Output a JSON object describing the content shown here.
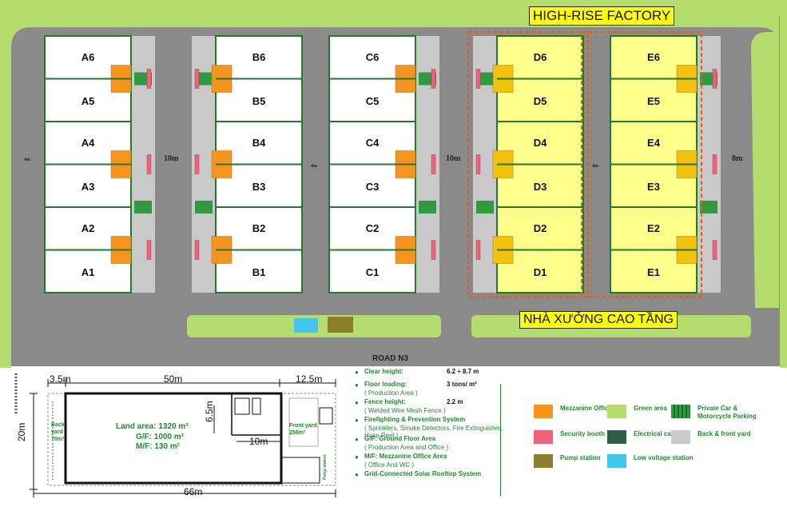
{
  "titles": {
    "top": "HIGH-RISE FACTORY",
    "bottom": "NHÀ XƯỞNG CAO TẦNG",
    "road": "ROAD N3"
  },
  "dimensions": {
    "road_10m_left": "10m",
    "road_10m_mid": "10m",
    "road_8m": "8m",
    "gap_4m_left": "4m",
    "gap_4m_mid": "4m",
    "gap_4m_right": "4m"
  },
  "blocks": [
    {
      "name": "A",
      "units": [
        "A6",
        "A5",
        "A4",
        "A3",
        "A2",
        "A1"
      ]
    },
    {
      "name": "B",
      "units": [
        "B6",
        "B5",
        "B4",
        "B3",
        "B2",
        "B1"
      ]
    },
    {
      "name": "C",
      "units": [
        "C6",
        "C5",
        "C4",
        "C3",
        "C2",
        "C1"
      ]
    },
    {
      "name": "D",
      "units": [
        "D6",
        "D5",
        "D4",
        "D3",
        "D2",
        "D1"
      ]
    },
    {
      "name": "E",
      "units": [
        "E6",
        "E5",
        "E4",
        "E3",
        "E2",
        "E1"
      ]
    }
  ],
  "plan": {
    "dim_top_left": "3.5m",
    "dim_top_mid": "50m",
    "dim_top_right": "12.5m",
    "dim_left": "20m",
    "dim_bottom": "66m",
    "dim_mezz_h": "6.5m",
    "dim_mezz_w": "10m",
    "back_yard": "Back yard 70m²",
    "land_area": "Land area: 1320 m²",
    "gf_area": "G/F: 1000  m²",
    "mf_area": "M/F: 130 m²",
    "front_yard": "Front yard 250m²",
    "side_label": "Pump station"
  },
  "specs": [
    {
      "title": "Clear height:",
      "value": "6.2  ÷  8.7 m",
      "sub": ""
    },
    {
      "title": "Floor loading:",
      "value": "3 tons/ m²",
      "sub": "( Production Area )"
    },
    {
      "title": "Fence height:",
      "value": "2.2 m",
      "sub": "( Welded Wire Mesh Fence )"
    },
    {
      "title": "Firefighting & Prevention System",
      "value": "",
      "sub": "( Sprinklers, Smoke Detectors, Fire Extinguisher, Hose Reel )"
    },
    {
      "title": "G/F: Ground Floor Area",
      "value": "",
      "sub": "( Production Area and Office )"
    },
    {
      "title": "M/F: Mezzanine Office Area",
      "value": "",
      "sub": "( Office And WC )"
    },
    {
      "title": "Grid-Connected Solar Rooftop System",
      "value": "",
      "sub": ""
    }
  ],
  "legend": [
    {
      "label": "Mezzanine Office",
      "color": "#f7941d",
      "pattern": "solid"
    },
    {
      "label": "Green area",
      "color": "#b5dd6e",
      "pattern": "solid"
    },
    {
      "label": "Private Car & Motorcycle Parking",
      "color": "#2f9a3f",
      "pattern": "stripes"
    },
    {
      "label": "Security booth",
      "color": "#f06279",
      "pattern": "solid"
    },
    {
      "label": "Electrical cabinets",
      "color": "#2e5f44",
      "pattern": "solid"
    },
    {
      "label": "Back & front yard",
      "color": "#c9c9c9",
      "pattern": "solid"
    },
    {
      "label": "Pump station",
      "color": "#8b7f2e",
      "pattern": "solid"
    },
    {
      "label": "Low voltage station",
      "color": "#3fc5ee",
      "pattern": "solid"
    }
  ],
  "colors": {
    "road": "#8a8a8a",
    "grass": "#b5dd6e",
    "unit_white": "#ffffff",
    "unit_yellow": "#ffff8c",
    "outline": "#1f7a2e",
    "mezzanine": "#f7941d",
    "mezzanine_yellow": "#f4c20d",
    "fence": "#e0621f"
  }
}
